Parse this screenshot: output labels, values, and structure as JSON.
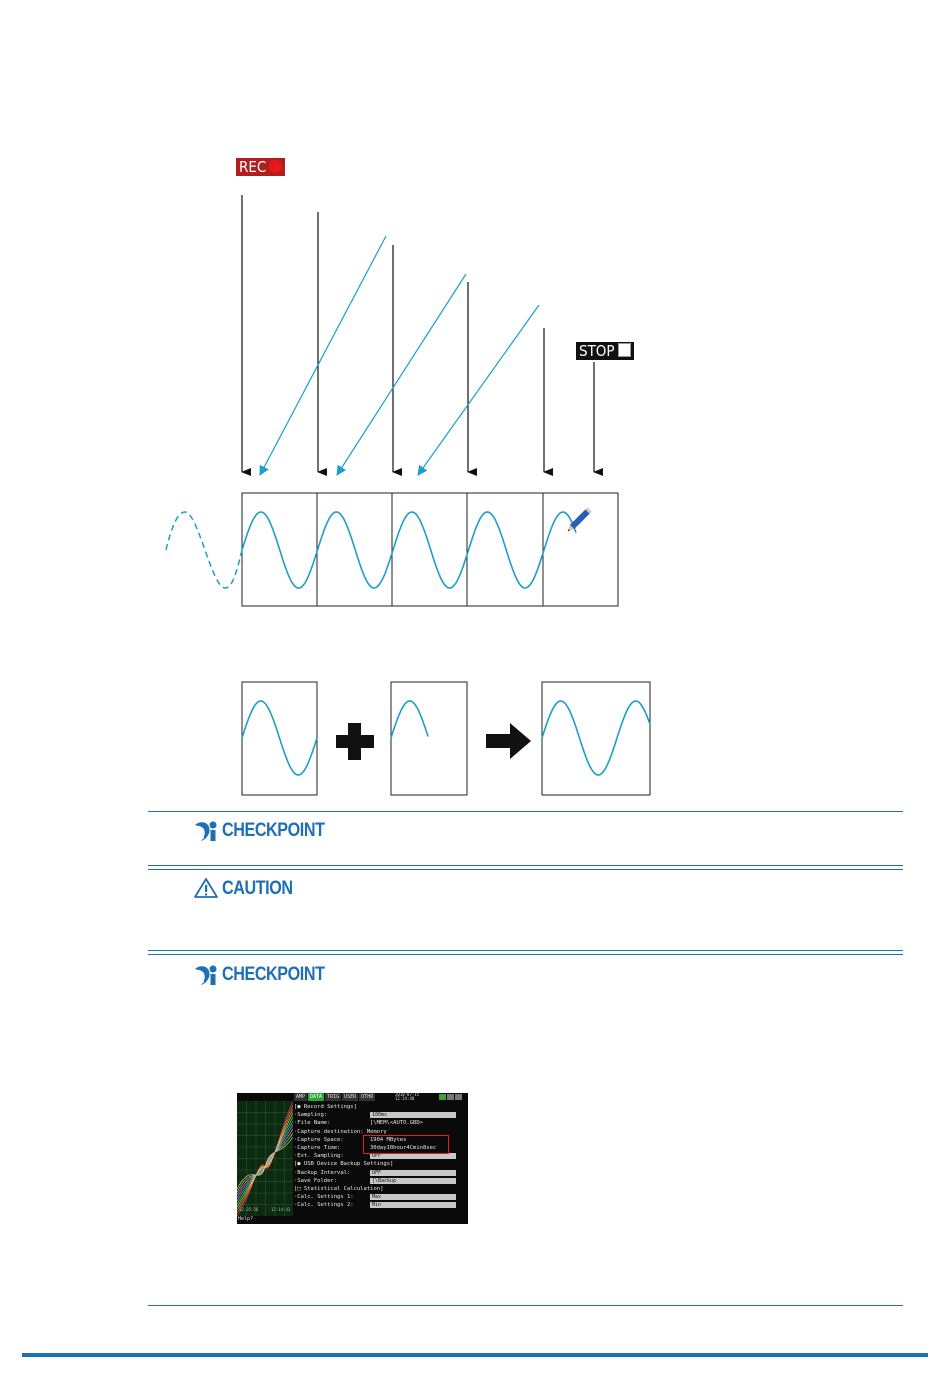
{
  "colors": {
    "accent": "#1f6fb5",
    "wave": "#1aa0c8",
    "rec": "#b01e1e"
  },
  "badges": {
    "rec": "REC",
    "stop": "STOP"
  },
  "headings": {
    "checkpoint1": "CHECKPOINT",
    "caution": "CAUTION",
    "checkpoint2": "CHECKPOINT"
  },
  "icons": {
    "checkpoint": "checkpoint-icon",
    "caution": "warning-triangle-icon",
    "pencil": "pencil-icon",
    "plus": "plus-icon",
    "arrow": "arrow-right-icon"
  },
  "screen": {
    "tabs": [
      "AMP",
      "DATA",
      "TRIG",
      "USER",
      "OTHR"
    ],
    "active_tab": "DATA",
    "clock": [
      "2010-07-15",
      "12:14:40"
    ],
    "menu": [
      {
        "label": "[● Record Settings]",
        "value": "",
        "type": "section"
      },
      {
        "label": "·Sampling:",
        "value": "100ms",
        "type": "select"
      },
      {
        "label": "·File Name:",
        "value": "[\\MEM\\<AUTO.GBD>",
        "type": "text"
      },
      {
        "label": "·Capture destination: Memory",
        "value": "",
        "type": "plain"
      },
      {
        "label": "·Capture Space:",
        "value": "1904 MBytes",
        "type": "text"
      },
      {
        "label": "·Capture Time:",
        "value": "30day10hour4Cmin8sec",
        "type": "text"
      },
      {
        "label": "·Ext. Sampling:",
        "value": "OFF",
        "type": "select"
      },
      {
        "label": "[● USB Device Backup Settings]",
        "value": "",
        "type": "section"
      },
      {
        "label": "·Backup Interval:",
        "value": "OFF",
        "type": "select"
      },
      {
        "label": "·Save Folder:",
        "value": "[\\Backup",
        "type": "select"
      },
      {
        "label": "[□ Statistical Calculation]",
        "value": "",
        "type": "section"
      },
      {
        "label": "·Calc. Settings 1:",
        "value": "Max",
        "type": "select"
      },
      {
        "label": "·Calc. Settings 2:",
        "value": "Min",
        "type": "select"
      }
    ],
    "graph_times": [
      "12:35:56",
      "12:14:43"
    ],
    "help": "Help?"
  }
}
